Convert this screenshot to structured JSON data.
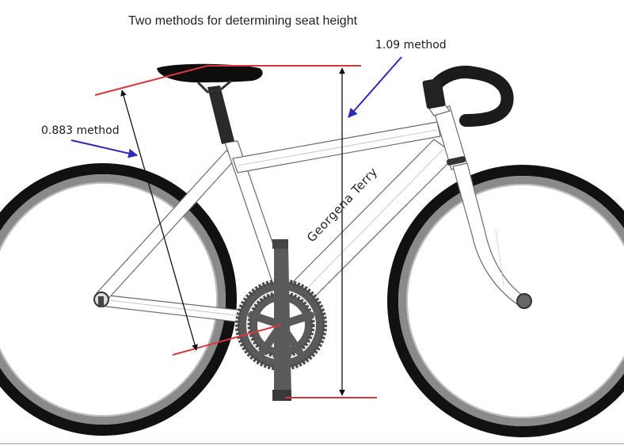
{
  "title": "Two methods for determining seat height",
  "annotations": {
    "method_109": {
      "label": "1.09 method",
      "arrow_color": "#2b2bb8"
    },
    "method_0883": {
      "label": "0.883 method",
      "arrow_color": "#2b2bb8"
    }
  },
  "frame_text": "Georgena Terry",
  "colors": {
    "measure_line": "#d9363e",
    "dimension_arrow": "#111111",
    "pointer_arrow": "#2b2bb8",
    "tire": "#111111",
    "rim": "#7a7a7a",
    "crankset": "#5a5a5a",
    "frame_fill": "#ffffff",
    "frame_stroke": "#6a6a6a"
  },
  "components": [
    "saddle",
    "seatpost",
    "frame",
    "fork",
    "handlebar",
    "crankset",
    "rear-wheel",
    "front-wheel"
  ]
}
